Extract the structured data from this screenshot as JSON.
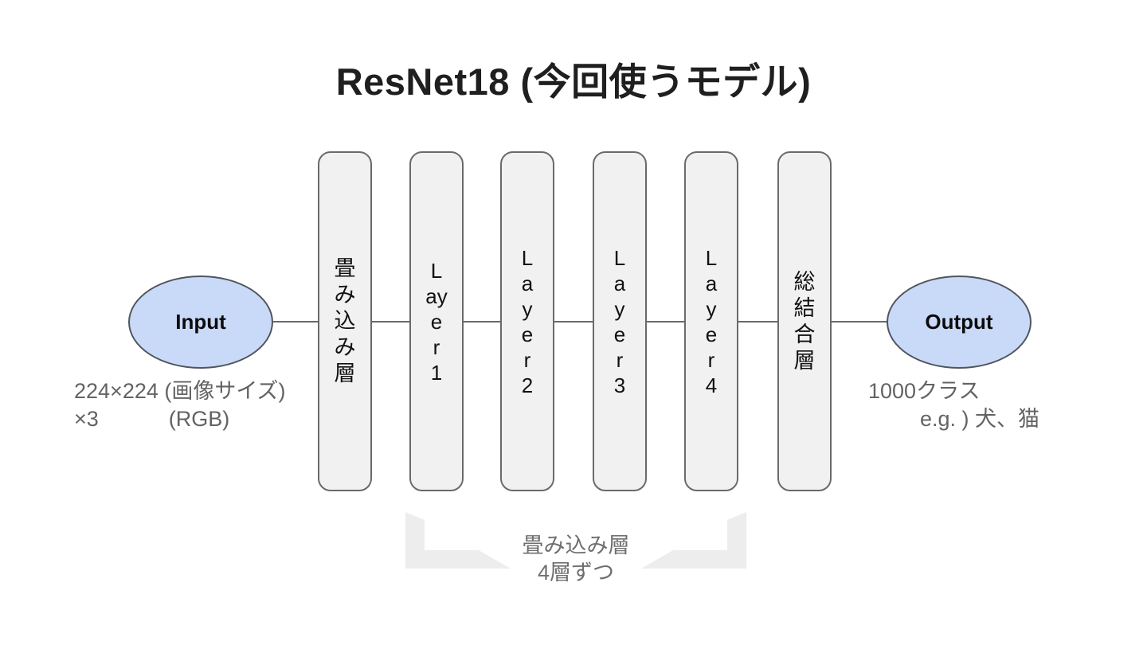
{
  "title": "ResNet18 (今回使うモデル)",
  "colors": {
    "node_fill": "#c9daf8",
    "node_border": "#50555e",
    "box_fill": "#f1f1f1",
    "box_border": "#6a6a6a",
    "connector": "#666a6e",
    "caption_text": "#636363",
    "bracket_fill": "#ededed",
    "bracket_text": "#6f6f6f",
    "title_text": "#1f1f1f"
  },
  "diagram": {
    "input_node": {
      "label": "Input"
    },
    "output_node": {
      "label": "Output"
    },
    "boxes": [
      {
        "id": "conv",
        "label": "畳み込み層",
        "lines": [
          "畳",
          "み",
          "込",
          "み",
          "層"
        ]
      },
      {
        "id": "layer1",
        "label": "Layer1",
        "lines": [
          "L",
          "ay",
          "e",
          "r",
          "1"
        ]
      },
      {
        "id": "layer2",
        "label": "Layer2",
        "lines": [
          "L",
          "a",
          "y",
          "e",
          "r",
          "2"
        ]
      },
      {
        "id": "layer3",
        "label": "Layer3",
        "lines": [
          "L",
          "a",
          "y",
          "e",
          "r",
          "3"
        ]
      },
      {
        "id": "layer4",
        "label": "Layer4",
        "lines": [
          "L",
          "a",
          "y",
          "e",
          "r",
          "4"
        ]
      },
      {
        "id": "fc",
        "label": "総結合層",
        "lines": [
          "総",
          "結",
          "合",
          "層"
        ]
      }
    ],
    "input_caption": {
      "line1": "224×224 (画像サイズ)",
      "line2_left": "×3",
      "line2_right": "(RGB)"
    },
    "output_caption": {
      "line1": "1000クラス",
      "line2": "e.g. ) 犬、猫"
    },
    "bracket_caption": {
      "line1": "畳み込み層",
      "line2": "4層ずつ"
    }
  }
}
